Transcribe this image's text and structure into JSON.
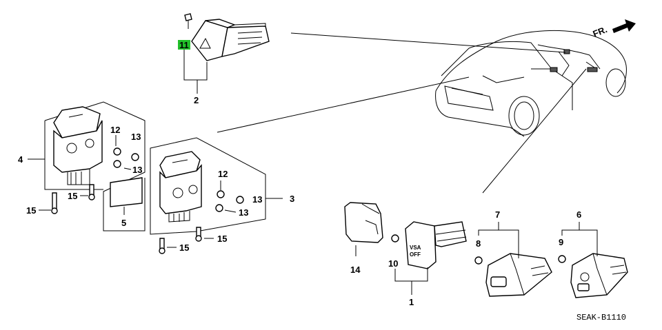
{
  "diagram": {
    "code": "SEAK-B1110",
    "direction_label": "FR.",
    "highlight_color": "#22c02a",
    "callouts": {
      "p1": "1",
      "p2": "2",
      "p3": "3",
      "p4": "4",
      "p5": "5",
      "p6": "6",
      "p7": "7",
      "p8": "8",
      "p9": "9",
      "p10": "10",
      "p11": "11",
      "p12a": "12",
      "p12b": "12",
      "p13a": "13",
      "p13b": "13",
      "p13c": "13",
      "p13d": "13",
      "p14": "14",
      "p15a": "15",
      "p15b": "15",
      "p15c": "15",
      "p15d": "15"
    },
    "switch_texts": {
      "vsa_1": "VSA",
      "vsa_2": "OFF"
    }
  }
}
